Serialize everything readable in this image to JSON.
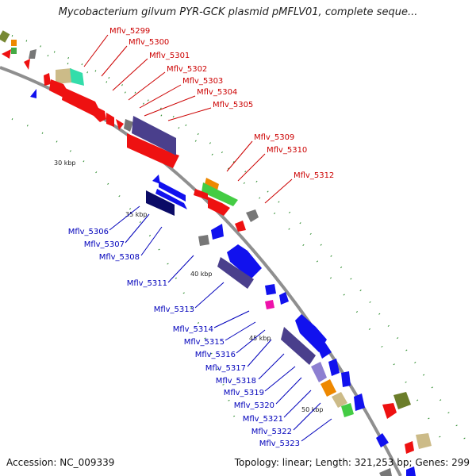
{
  "title": "Mycobacterium gilvum PYR-GCK plasmid pMFLV01, complete seque...",
  "footer": {
    "accession": "Accession: NC_009339",
    "summary": "Topology: linear; Length: 321,253 bp; Genes: 299"
  },
  "colors": {
    "forward_label": "#cc0000",
    "reverse_label": "#0000bb",
    "backbone": "#8f8f8f",
    "tick": "#008800"
  },
  "kbp_ticks": [
    "30 kbp",
    "35 kbp",
    "40 kbp",
    "45 kbp",
    "50 kbp"
  ],
  "forward_labels": [
    "Mflv_5299",
    "Mflv_5300",
    "Mflv_5301",
    "Mflv_5302",
    "Mflv_5303",
    "Mflv_5304",
    "Mflv_5305",
    "Mflv_5309",
    "Mflv_5310",
    "Mflv_5312"
  ],
  "reverse_labels": [
    "Mflv_5306",
    "Mflv_5307",
    "Mflv_5308",
    "Mflv_5311",
    "Mflv_5313",
    "Mflv_5314",
    "Mflv_5315",
    "Mflv_5316",
    "Mflv_5317",
    "Mflv_5318",
    "Mflv_5319",
    "Mflv_5320",
    "Mflv_5321",
    "Mflv_5322",
    "Mflv_5323"
  ]
}
